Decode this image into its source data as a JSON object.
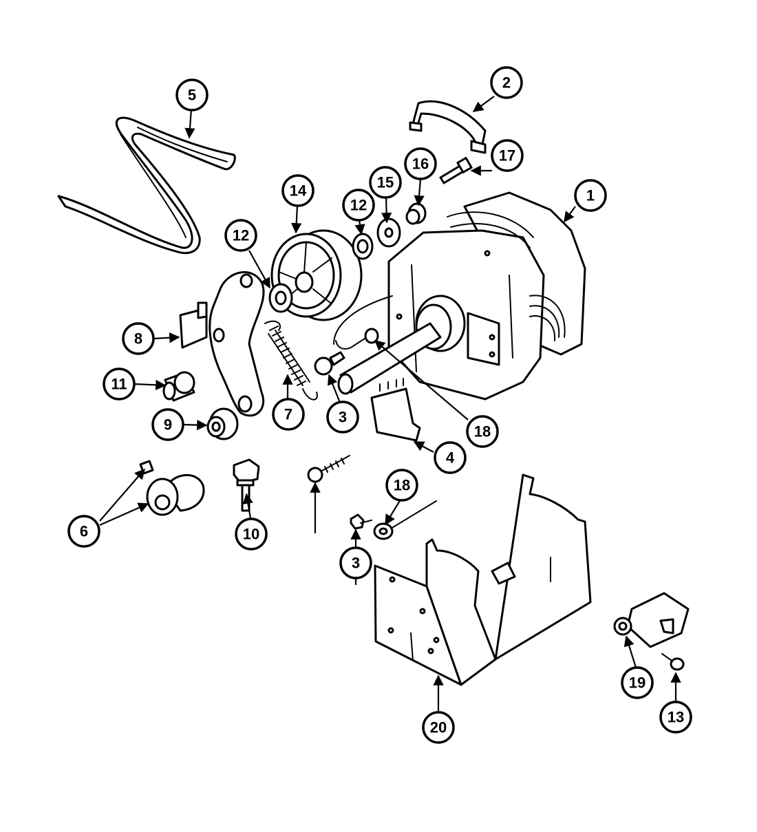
{
  "diagram": {
    "callouts": [
      {
        "id": "1",
        "label": "1"
      },
      {
        "id": "2",
        "label": "2"
      },
      {
        "id": "3a",
        "label": "3"
      },
      {
        "id": "3b",
        "label": "3"
      },
      {
        "id": "4",
        "label": "4"
      },
      {
        "id": "5",
        "label": "5"
      },
      {
        "id": "6",
        "label": "6"
      },
      {
        "id": "7",
        "label": "7"
      },
      {
        "id": "8",
        "label": "8"
      },
      {
        "id": "9",
        "label": "9"
      },
      {
        "id": "10",
        "label": "10"
      },
      {
        "id": "11",
        "label": "11"
      },
      {
        "id": "12a",
        "label": "12"
      },
      {
        "id": "12b",
        "label": "12"
      },
      {
        "id": "13",
        "label": "13"
      },
      {
        "id": "14",
        "label": "14"
      },
      {
        "id": "15",
        "label": "15"
      },
      {
        "id": "16",
        "label": "16"
      },
      {
        "id": "17",
        "label": "17"
      },
      {
        "id": "18a",
        "label": "18"
      },
      {
        "id": "18b",
        "label": "18"
      },
      {
        "id": "19",
        "label": "19"
      },
      {
        "id": "20",
        "label": "20"
      }
    ]
  }
}
